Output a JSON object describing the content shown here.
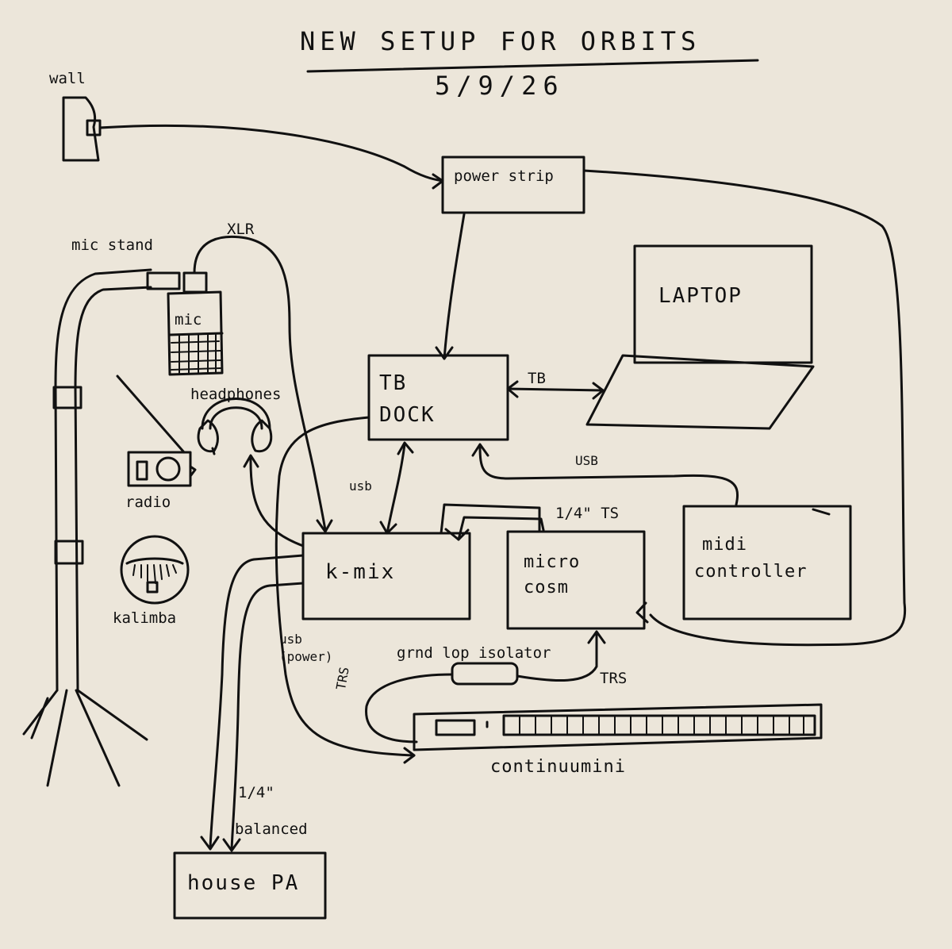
{
  "title": "NEW SETUP FOR ORBITS",
  "date": "5/9/26",
  "nodes": {
    "wall": "wall",
    "power_strip": "power strip",
    "laptop": "LAPTOP",
    "tb_dock_line1": "TB",
    "tb_dock_line2": "DOCK",
    "mic_stand": "mic stand",
    "mic": "mic",
    "headphones": "headphones",
    "radio": "radio",
    "kalimba": "kalimba",
    "k_mix": "k-mix",
    "microcosm_line1": "micro",
    "microcosm_line2": "cosm",
    "midi_line1": "midi",
    "midi_line2": "controller",
    "ground_loop_isolator": "grnd lop isolator",
    "continuumini": "continuumini",
    "house_pa": "house PA"
  },
  "connections": {
    "xlr": "XLR",
    "tb": "TB",
    "usb_midi": "USB",
    "usb_dock": "usb",
    "ts": "1/4\" TS",
    "usb_power_line1": "usb",
    "usb_power_line2": "(power)",
    "trs_left": "TRS",
    "trs_right": "TRS",
    "balanced_line1": "1/4\"",
    "balanced_line2": "balanced"
  },
  "colors": {
    "ink": "#111111",
    "paper": "#ece6da"
  }
}
